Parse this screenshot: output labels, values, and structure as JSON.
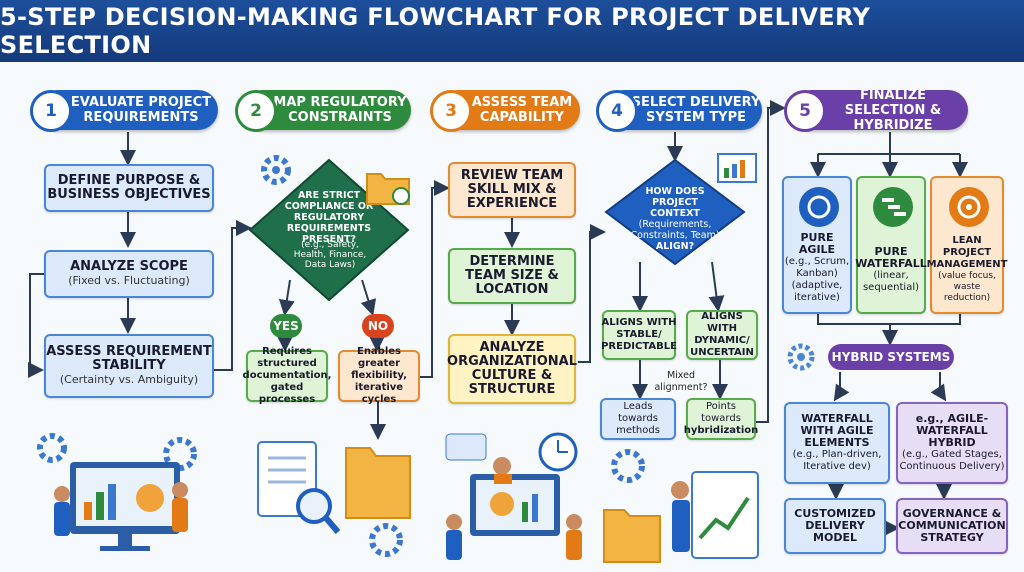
{
  "title": "5-STEP DECISION-MAKING FLOWCHART FOR PROJECT DELIVERY SELECTION",
  "steps": [
    {
      "num": "1",
      "label": "EVALUATE PROJECT REQUIREMENTS",
      "color": "#1f5fbf"
    },
    {
      "num": "2",
      "label": "MAP REGULATORY CONSTRAINTS",
      "color": "#2e8b3e"
    },
    {
      "num": "3",
      "label": "ASSESS TEAM CAPABILITY",
      "color": "#e27a16"
    },
    {
      "num": "4",
      "label": "SELECT DELIVERY SYSTEM TYPE",
      "color": "#1f5fbf"
    },
    {
      "num": "5",
      "label": "FINALIZE SELECTION & HYBRIDIZE",
      "color": "#6b3fa8"
    }
  ],
  "col1": {
    "purpose": "DEFINE PURPOSE & BUSINESS OBJECTIVES",
    "scope_title": "ANALYZE SCOPE",
    "scope_sub": "(Fixed vs. Fluctuating)",
    "stability_title": "ASSESS REQUIREMENT STABILITY",
    "stability_sub": "(Certainty vs. Ambiguity)"
  },
  "col2": {
    "q_title": "ARE STRICT COMPLIANCE OR REGULATORY REQUIREMENTS PRESENT?",
    "q_sub": "(e.g., Safety, Health, Finance, Data Laws)",
    "yes": "YES",
    "no": "NO",
    "yes_text": "Requires structured documentation, gated processes",
    "no_text": "Enables greater flexibility, iterative cycles"
  },
  "col3": {
    "skill": "REVIEW TEAM SKILL MIX & EXPERIENCE",
    "size": "DETERMINE TEAM SIZE & LOCATION",
    "culture": "ANALYZE ORGANIZATIONAL CULTURE & STRUCTURE"
  },
  "col4": {
    "q_title": "HOW DOES PROJECT CONTEXT",
    "q_sub": "(Requirements, Constraints, Team)",
    "q_end": "ALIGN?",
    "stable": "ALIGNS WITH STABLE/ PREDICTABLE",
    "dynamic": "ALIGNS WITH DYNAMIC/ UNCERTAIN",
    "mixed": "Mixed alignment?",
    "leads": "Leads towards methods",
    "points_a": "Points towards",
    "points_b": "hybridization"
  },
  "col5": {
    "agile_title": "PURE AGILE",
    "agile_sub": "(e.g., Scrum, Kanban) (adaptive, iterative)",
    "waterfall_title": "PURE WATERFALL",
    "waterfall_sub": "(linear, sequential)",
    "lean_title": "LEAN PROJECT MANAGEMENT",
    "lean_sub": "(value focus, waste reduction)",
    "hybrid": "HYBRID SYSTEMS",
    "wae_title": "WATERFALL WITH AGILE ELEMENTS",
    "wae_sub": "(e.g., Plan-driven, Iterative dev)",
    "awh_title": "e.g., AGILE-WATERFALL HYBRID",
    "awh_sub": "(e.g., Gated Stages, Continuous Delivery)",
    "custom": "CUSTOMIZED DELIVERY MODEL",
    "gov": "GOVERNANCE & COMMUNICATION STRATEGY"
  },
  "icons": [
    "gear-icon",
    "folder-check-icon",
    "clock-icon",
    "chart-icon",
    "cycle-icon",
    "gantt-icon",
    "target-icon",
    "document-check-icon",
    "folder-icon",
    "presentation-icon"
  ]
}
